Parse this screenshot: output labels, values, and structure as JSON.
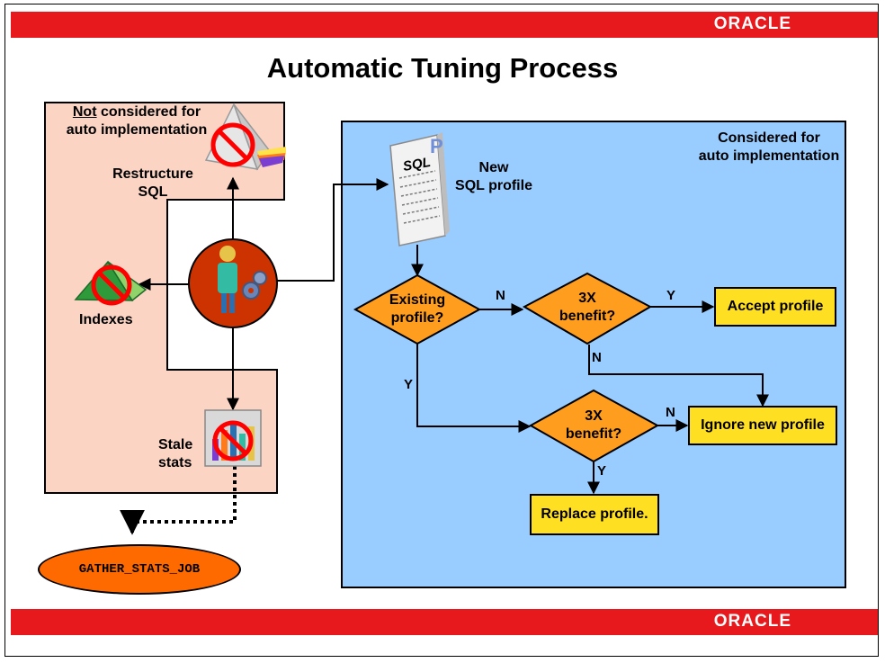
{
  "header": {
    "brand": "ORACLE"
  },
  "footer": {
    "brand": "ORACLE"
  },
  "title": "Automatic Tuning Process",
  "left_panel": {
    "caption_underlined": "Not",
    "caption_rest": " considered for",
    "caption_line2": "auto implementation",
    "restructure_line1": "Restructure",
    "restructure_line2": "SQL",
    "indexes": "Indexes",
    "stale_line1": "Stale",
    "stale_line2": "stats",
    "job": "GATHER_STATS_JOB"
  },
  "right_panel": {
    "caption_line1": "Considered for",
    "caption_line2": "auto implementation",
    "new_line1": "New",
    "new_line2": "SQL profile",
    "doc_label": "SQL",
    "doc_badge": "P",
    "existing_line1": "Existing",
    "existing_line2": "profile?",
    "benefit1_line1": "3X",
    "benefit1_line2": "benefit?",
    "benefit2_line1": "3X",
    "benefit2_line2": "benefit?",
    "accept": "Accept profile",
    "ignore": "Ignore new profile",
    "replace": "Replace profile.",
    "n1": "N",
    "y1": "Y",
    "n2": "N",
    "y2": "Y",
    "n3": "N",
    "y3": "Y"
  },
  "colors": {
    "brand_red": "#e8191c",
    "left_panel": "#fbd4c4",
    "right_panel": "#99ccff",
    "decision": "#ff9d1f",
    "action_box": "#ffdf22",
    "job_oval": "#ff6a00",
    "prohibit": "#ff0000"
  },
  "icons": [
    "advisor-icon",
    "sql-profile-document-icon",
    "prohibited-icon",
    "pyramid-icon",
    "bar-chart-icon"
  ]
}
